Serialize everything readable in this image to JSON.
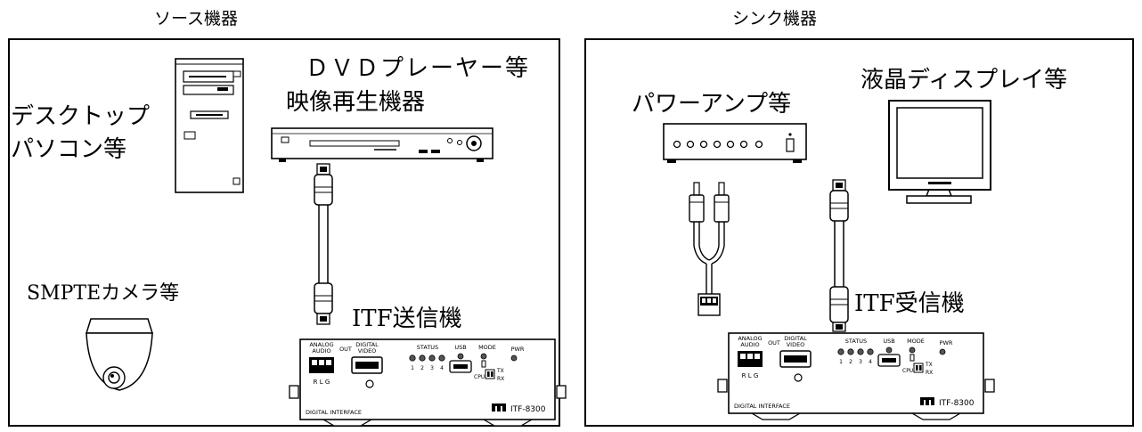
{
  "source": {
    "header": "ソース機器",
    "pc_label": [
      "デスクトップ",
      "パソコン等"
    ],
    "dvd_label": [
      "ＤＶＤプレーヤー等",
      "映像再生機器"
    ],
    "camera_label": "SMPTEカメラ等",
    "device_label": "ITF送信機"
  },
  "sink": {
    "header": "シンク機器",
    "amp_label": "パワーアンプ等",
    "display_label": "液晶ディスプレイ等",
    "device_label": "ITF受信機"
  },
  "unit": {
    "analog_audio": [
      "ANALOG",
      "AUDIO"
    ],
    "out": "OUT",
    "digital_video": [
      "DIGITAL",
      "VIDEO"
    ],
    "status": "STATUS",
    "status_nums": [
      "1",
      "2",
      "3",
      "4"
    ],
    "usb": "USB",
    "mode": "MODE",
    "pwr": "PWR",
    "tx": "TX",
    "rx": "RX",
    "cpu": "CPU",
    "rlg": "R L G",
    "digital_interface": "DIGITAL INTERFACE",
    "logo": "UM",
    "model": "ITF-8300"
  }
}
